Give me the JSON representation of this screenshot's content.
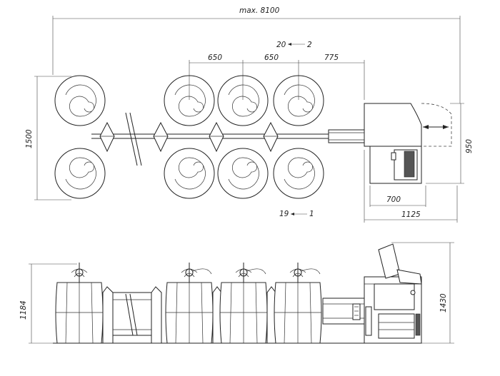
{
  "top_view": {
    "dim_overall_length": "max. 8100",
    "dim_spacing_1": "650",
    "dim_spacing_2": "650",
    "dim_spacing_3": "775",
    "dim_width": "1500",
    "dim_unit_width": "950",
    "dim_unit_depth_1": "700",
    "dim_unit_depth_2": "1125",
    "top_row_index_start": "20",
    "top_row_index_end": "2",
    "bottom_row_index_start": "19",
    "bottom_row_index_end": "1"
  },
  "side_view": {
    "dim_barrel_height": "1184",
    "dim_total_height": "1430"
  }
}
